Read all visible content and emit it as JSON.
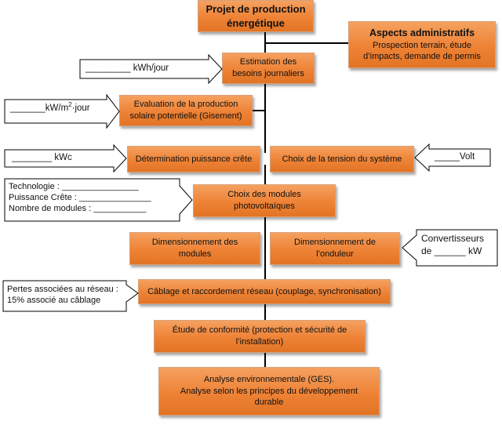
{
  "nodes": {
    "projet": [
      "Projet de production",
      "énergétique"
    ],
    "aspects_title": "Aspects administratifs",
    "aspects": [
      "Prospection terrain, étude",
      "d’impacts, demande de permis"
    ],
    "estimation": [
      "Estimation des",
      "besoins journaliers"
    ],
    "evaluation": [
      "Evaluation de la production",
      "solaire potentielle (Gisement)"
    ],
    "determination": [
      "Détermination puissance crête"
    ],
    "choix_tension": [
      "Choix de la tension du système"
    ],
    "choix_modules": [
      "Choix des modules",
      "photovoltaïques"
    ],
    "dim_modules": [
      "Dimensionnement des",
      "modules"
    ],
    "dim_onduleur": [
      "Dimensionnement de",
      "l’onduleur"
    ],
    "cablage": [
      "Câblage et raccordement réseau (couplage, synchronisation)"
    ],
    "conformite": [
      "Étude de conformité (protection et sécurité de",
      "l’installation)"
    ],
    "analyse": [
      "Analyse environnementale (GES).",
      "Analyse selon les principes du développement",
      "durable"
    ]
  },
  "callouts": {
    "kwh": "_________ kWh/jour",
    "kwm2_pre": "_______kW/m",
    "kwm2_sup": "2",
    "kwm2_post": "·jour",
    "kwc": "________  kWc",
    "volt": "_____Volt",
    "techno": [
      "Technologie :  ________________",
      "Puissance Crête :  _______________",
      "Nombre de modules :    ___________"
    ],
    "convert": [
      "Convertisseurs",
      "de  ______ kW"
    ],
    "pertes": [
      "Pertes associées au réseau :",
      "15% associé au câblage"
    ]
  }
}
